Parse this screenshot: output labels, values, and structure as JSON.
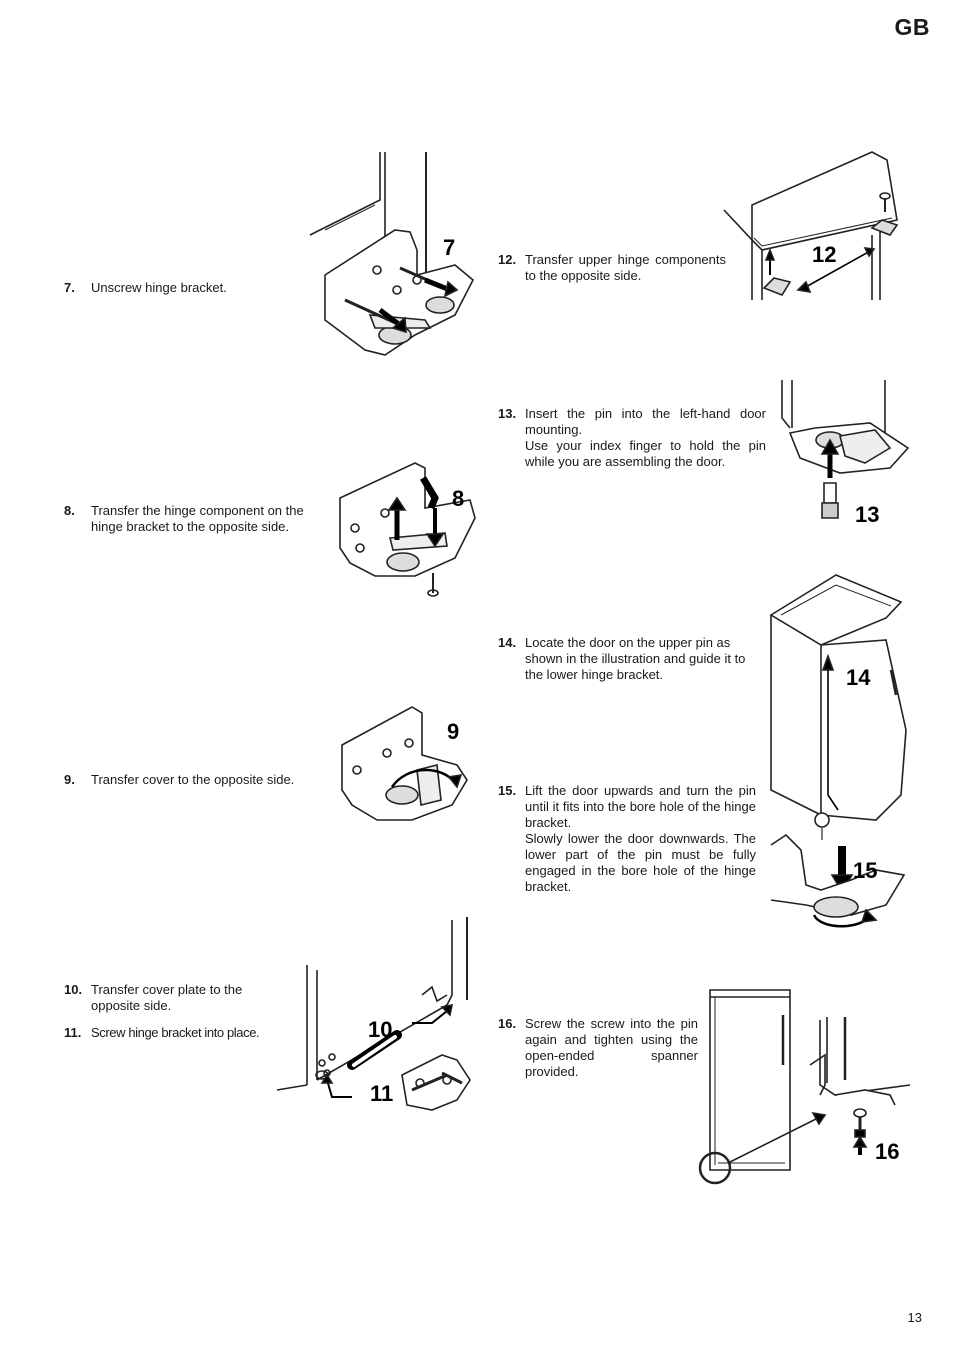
{
  "header": {
    "language": "GB"
  },
  "steps": [
    {
      "num": "7.",
      "text": "Unscrew hinge bracket."
    },
    {
      "num": "8.",
      "text": "Transfer the hinge component on the hinge bracket to the opposite side."
    },
    {
      "num": "9.",
      "text": "Transfer cover to the opposite side."
    },
    {
      "num": "10.",
      "text": "Transfer cover plate to the opposite side."
    },
    {
      "num": "11.",
      "text": "Screw hinge bracket into place."
    },
    {
      "num": "12.",
      "text": "Transfer upper hinge components to the opposite side."
    },
    {
      "num": "13.",
      "text": "Insert the pin into the left-hand door mounting.",
      "text2": "Use your index finger to hold the pin while you are assembling the door."
    },
    {
      "num": "14.",
      "text": "Locate the door on the upper pin as shown in the illustration and guide it to the lower hinge bracket."
    },
    {
      "num": "15.",
      "text": "Lift the door upwards and turn the pin until it fits into the bore hole of the hinge bracket.",
      "text2": "Slowly lower the door downwards. The lower part of the pin must be fully engaged in the bore hole of the hinge bracket."
    },
    {
      "num": "16.",
      "text": "Screw the screw into the pin again and tighten using the open-ended spanner provided."
    }
  ],
  "figures": {
    "fig7": "7",
    "fig8": "8",
    "fig9": "9",
    "fig10": "10",
    "fig11": "11",
    "fig12": "12",
    "fig13": "13",
    "fig14": "14",
    "fig15": "15",
    "fig16": "16"
  },
  "footer": {
    "page_number": "13"
  }
}
